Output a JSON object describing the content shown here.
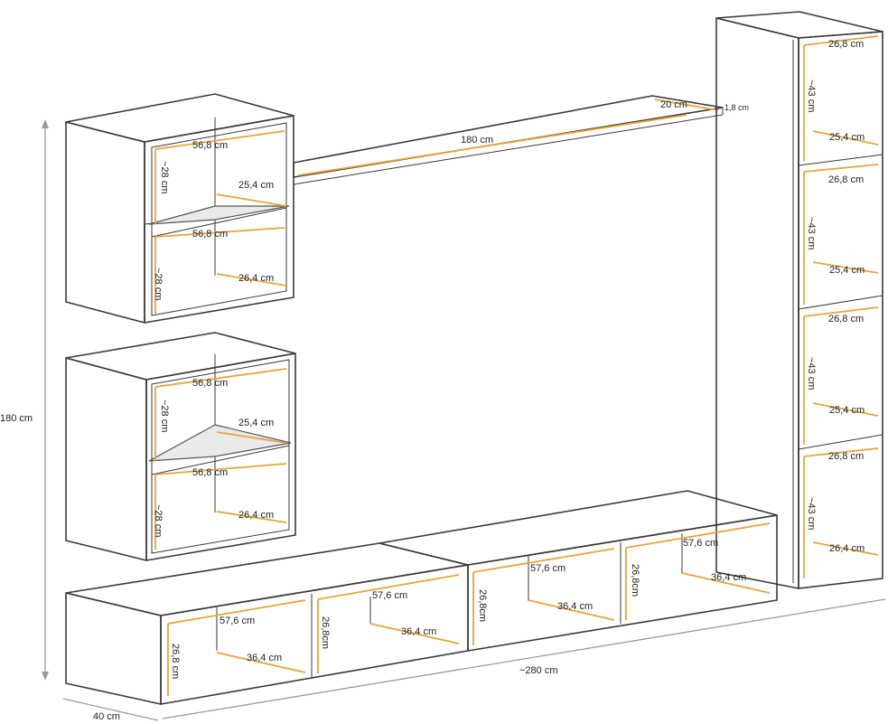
{
  "dimensions": {
    "overall_height": "180 cm",
    "overall_width": "~280 cm",
    "depth": "40 cm",
    "shelf_length": "180 cm",
    "shelf_depth": "20 cm",
    "shelf_thickness": "1,8 cm",
    "wall_cabinet_top": {
      "width_top": "56,8 cm",
      "height_top": "~28 cm",
      "shelf_depth": "25,4 cm",
      "width_bottom": "56,8 cm",
      "height_bottom": "~28 cm",
      "depth_bottom": "26,4 cm"
    },
    "wall_cabinet_bottom": {
      "width_top": "56,8 cm",
      "height_top": "~28 cm",
      "shelf_depth": "25,4 cm",
      "width_bottom": "56,8 cm",
      "height_bottom": "~28 cm",
      "depth_bottom": "26,4 cm"
    },
    "tower": [
      {
        "width": "26,8 cm",
        "height": "~43 cm",
        "depth": "25,4 cm"
      },
      {
        "width": "26,8 cm",
        "height": "~43 cm",
        "depth": "25,4 cm"
      },
      {
        "width": "26,8 cm",
        "height": "~43 cm",
        "depth": "25,4 cm"
      },
      {
        "width": "26,8 cm",
        "height": "~43 cm",
        "depth": "26,4 cm"
      }
    ],
    "lowboard_left": [
      {
        "width": "57,6 cm",
        "height": "26,8 cm",
        "depth": "36,4 cm"
      },
      {
        "width": "57,6 cm",
        "height": "26,8cm",
        "depth": "36,4 cm"
      }
    ],
    "lowboard_right": [
      {
        "width": "57,6 cm",
        "height": "26,8cm",
        "depth": "36,4 cm"
      },
      {
        "width": "57,6 cm",
        "height": "26,8cm",
        "depth": "36,4 cm"
      }
    ]
  },
  "colors": {
    "dimension_line": "#e8a43a",
    "outline": "#3a3a3a"
  }
}
